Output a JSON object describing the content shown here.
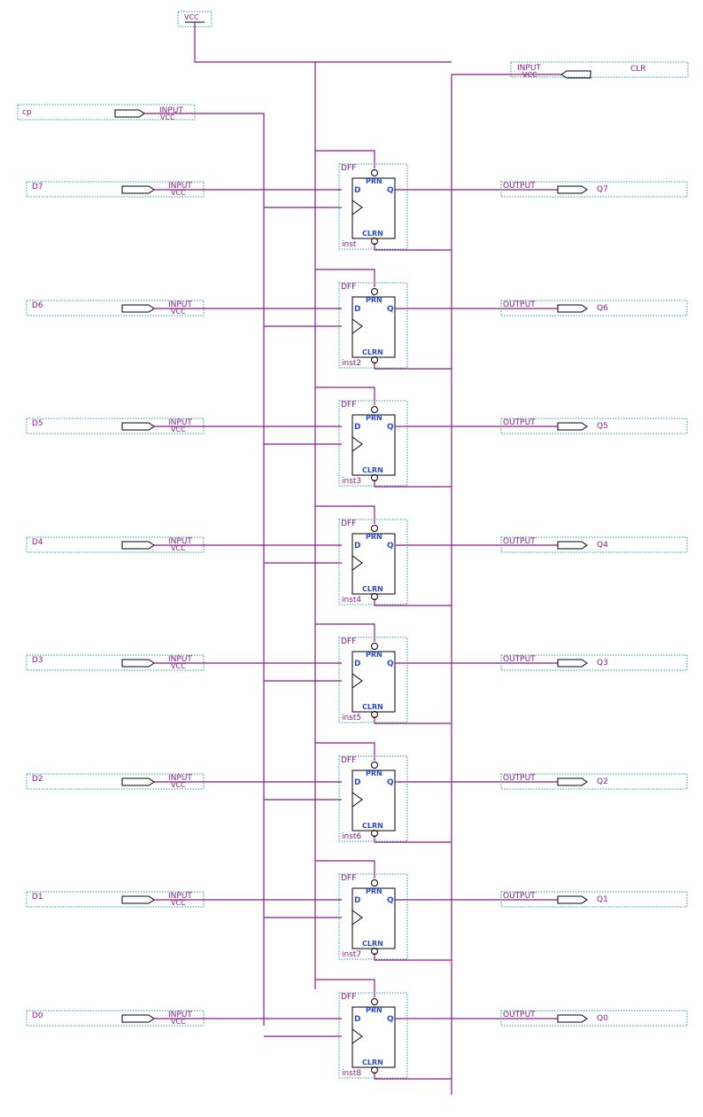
{
  "vcc_symbol": {
    "label": "VCC"
  },
  "clock_input": {
    "name": "cp",
    "type_label": "INPUT",
    "default_label": "VCC"
  },
  "clear_input": {
    "name": "CLR",
    "type_label": "INPUT",
    "default_label": "VCC"
  },
  "flipflops": [
    {
      "inst": "inst",
      "type": "DFF",
      "d_name": "D7",
      "q_name": "Q7",
      "pin_d": "D",
      "pin_q": "Q",
      "pin_prn": "PRN",
      "pin_clrn": "CLRN",
      "in_type": "INPUT",
      "in_default": "VCC",
      "out_type": "OUTPUT"
    },
    {
      "inst": "inst2",
      "type": "DFF",
      "d_name": "D6",
      "q_name": "Q6",
      "pin_d": "D",
      "pin_q": "Q",
      "pin_prn": "PRN",
      "pin_clrn": "CLRN",
      "in_type": "INPUT",
      "in_default": "VCC",
      "out_type": "OUTPUT"
    },
    {
      "inst": "inst3",
      "type": "DFF",
      "d_name": "D5",
      "q_name": "Q5",
      "pin_d": "D",
      "pin_q": "Q",
      "pin_prn": "PRN",
      "pin_clrn": "CLRN",
      "in_type": "INPUT",
      "in_default": "VCC",
      "out_type": "OUTPUT"
    },
    {
      "inst": "inst4",
      "type": "DFF",
      "d_name": "D4",
      "q_name": "Q4",
      "pin_d": "D",
      "pin_q": "Q",
      "pin_prn": "PRN",
      "pin_clrn": "CLRN",
      "in_type": "INPUT",
      "in_default": "VCC",
      "out_type": "OUTPUT"
    },
    {
      "inst": "inst5",
      "type": "DFF",
      "d_name": "D3",
      "q_name": "Q3",
      "pin_d": "D",
      "pin_q": "Q",
      "pin_prn": "PRN",
      "pin_clrn": "CLRN",
      "in_type": "INPUT",
      "in_default": "VCC",
      "out_type": "OUTPUT"
    },
    {
      "inst": "inst6",
      "type": "DFF",
      "d_name": "D2",
      "q_name": "Q2",
      "pin_d": "D",
      "pin_q": "Q",
      "pin_prn": "PRN",
      "pin_clrn": "CLRN",
      "in_type": "INPUT",
      "in_default": "VCC",
      "out_type": "OUTPUT"
    },
    {
      "inst": "inst7",
      "type": "DFF",
      "d_name": "D1",
      "q_name": "Q1",
      "pin_d": "D",
      "pin_q": "Q",
      "pin_prn": "PRN",
      "pin_clrn": "CLRN",
      "in_type": "INPUT",
      "in_default": "VCC",
      "out_type": "OUTPUT"
    },
    {
      "inst": "inst8",
      "type": "DFF",
      "d_name": "D0",
      "q_name": "Q0",
      "pin_d": "D",
      "pin_q": "Q",
      "pin_prn": "PRN",
      "pin_clrn": "CLRN",
      "in_type": "INPUT",
      "in_default": "VCC",
      "out_type": "OUTPUT"
    }
  ],
  "colors": {
    "wire": "#8b1a8b",
    "pin_text": "#2a4ad0",
    "frame": "#2a9a9a",
    "body": "#000000"
  }
}
